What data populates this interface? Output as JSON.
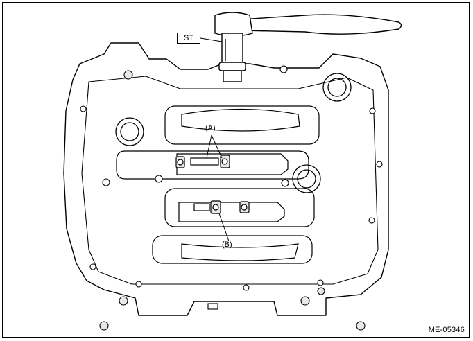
{
  "labels": {
    "st": "ST",
    "a": "(A)",
    "b": "(B)"
  },
  "figure_code": "ME-05346",
  "colors": {
    "line": "#000000",
    "fill": "#ffffff",
    "bolt_fill": "#e8e8e8"
  }
}
